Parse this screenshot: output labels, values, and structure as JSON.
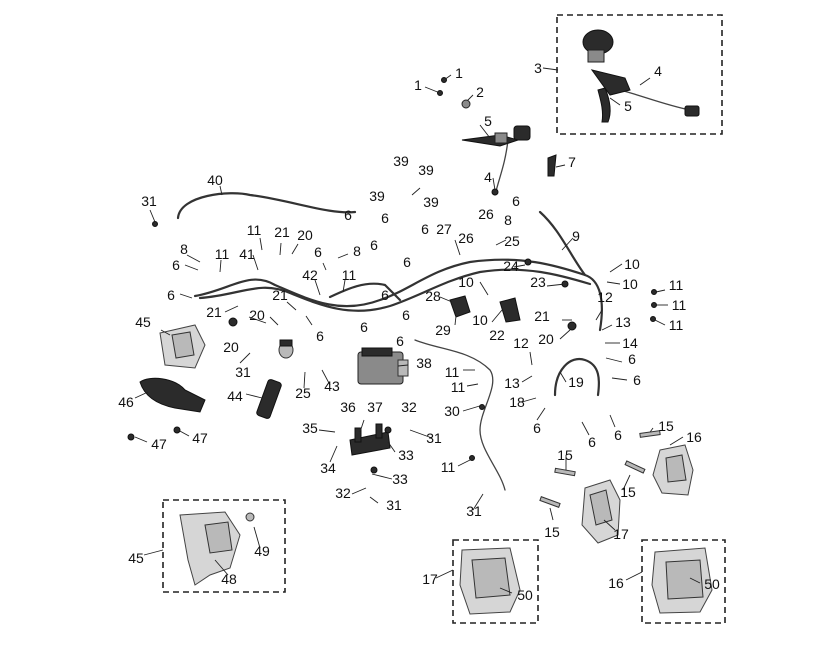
{
  "callouts": [
    {
      "id": "c1a",
      "text": "1"
    },
    {
      "id": "c1b",
      "text": "1"
    },
    {
      "id": "c2",
      "text": "2"
    },
    {
      "id": "c3",
      "text": "3"
    },
    {
      "id": "c4a",
      "text": "4"
    },
    {
      "id": "c4b",
      "text": "4"
    },
    {
      "id": "c5a",
      "text": "5"
    },
    {
      "id": "c5b",
      "text": "5"
    },
    {
      "id": "c6a",
      "text": "6"
    },
    {
      "id": "c6b",
      "text": "6"
    },
    {
      "id": "c6c",
      "text": "6"
    },
    {
      "id": "c6d",
      "text": "6"
    },
    {
      "id": "c6e",
      "text": "6"
    },
    {
      "id": "c6f",
      "text": "6"
    },
    {
      "id": "c6g",
      "text": "6"
    },
    {
      "id": "c6h",
      "text": "6"
    },
    {
      "id": "c6i",
      "text": "6"
    },
    {
      "id": "c6j",
      "text": "6"
    },
    {
      "id": "c6k",
      "text": "6"
    },
    {
      "id": "c6l",
      "text": "6"
    },
    {
      "id": "c6m",
      "text": "6"
    },
    {
      "id": "c6n",
      "text": "6"
    },
    {
      "id": "c6o",
      "text": "6"
    },
    {
      "id": "c6p",
      "text": "6"
    },
    {
      "id": "c6q",
      "text": "6"
    },
    {
      "id": "c6r",
      "text": "6"
    },
    {
      "id": "c6s",
      "text": "6"
    },
    {
      "id": "c7",
      "text": "7"
    },
    {
      "id": "c8a",
      "text": "8"
    },
    {
      "id": "c8b",
      "text": "8"
    },
    {
      "id": "c8c",
      "text": "8"
    },
    {
      "id": "c9",
      "text": "9"
    },
    {
      "id": "c10a",
      "text": "10"
    },
    {
      "id": "c10b",
      "text": "10"
    },
    {
      "id": "c10c",
      "text": "10"
    },
    {
      "id": "c10d",
      "text": "10"
    },
    {
      "id": "c11a",
      "text": "11"
    },
    {
      "id": "c11b",
      "text": "11"
    },
    {
      "id": "c11c",
      "text": "11"
    },
    {
      "id": "c11d",
      "text": "11"
    },
    {
      "id": "c11e",
      "text": "11"
    },
    {
      "id": "c11f",
      "text": "11"
    },
    {
      "id": "c11g",
      "text": "11"
    },
    {
      "id": "c11h",
      "text": "11"
    },
    {
      "id": "c11i",
      "text": "11"
    },
    {
      "id": "c12a",
      "text": "12"
    },
    {
      "id": "c12b",
      "text": "12"
    },
    {
      "id": "c13a",
      "text": "13"
    },
    {
      "id": "c13b",
      "text": "13"
    },
    {
      "id": "c14",
      "text": "14"
    },
    {
      "id": "c15a",
      "text": "15"
    },
    {
      "id": "c15b",
      "text": "15"
    },
    {
      "id": "c15c",
      "text": "15"
    },
    {
      "id": "c15d",
      "text": "15"
    },
    {
      "id": "c16a",
      "text": "16"
    },
    {
      "id": "c16b",
      "text": "16"
    },
    {
      "id": "c17a",
      "text": "17"
    },
    {
      "id": "c17b",
      "text": "17"
    },
    {
      "id": "c18",
      "text": "18"
    },
    {
      "id": "c19",
      "text": "19"
    },
    {
      "id": "c20a",
      "text": "20"
    },
    {
      "id": "c20b",
      "text": "20"
    },
    {
      "id": "c20c",
      "text": "20"
    },
    {
      "id": "c20d",
      "text": "20"
    },
    {
      "id": "c21a",
      "text": "21"
    },
    {
      "id": "c21b",
      "text": "21"
    },
    {
      "id": "c21c",
      "text": "21"
    },
    {
      "id": "c21d",
      "text": "21"
    },
    {
      "id": "c22",
      "text": "22"
    },
    {
      "id": "c23",
      "text": "23"
    },
    {
      "id": "c24",
      "text": "24"
    },
    {
      "id": "c25a",
      "text": "25"
    },
    {
      "id": "c25b",
      "text": "25"
    },
    {
      "id": "c26a",
      "text": "26"
    },
    {
      "id": "c26b",
      "text": "26"
    },
    {
      "id": "c27",
      "text": "27"
    },
    {
      "id": "c28",
      "text": "28"
    },
    {
      "id": "c29",
      "text": "29"
    },
    {
      "id": "c30",
      "text": "30"
    },
    {
      "id": "c31a",
      "text": "31"
    },
    {
      "id": "c31b",
      "text": "31"
    },
    {
      "id": "c31c",
      "text": "31"
    },
    {
      "id": "c31d",
      "text": "31"
    },
    {
      "id": "c31e",
      "text": "31"
    },
    {
      "id": "c32a",
      "text": "32"
    },
    {
      "id": "c32b",
      "text": "32"
    },
    {
      "id": "c33a",
      "text": "33"
    },
    {
      "id": "c33b",
      "text": "33"
    },
    {
      "id": "c34",
      "text": "34"
    },
    {
      "id": "c35",
      "text": "35"
    },
    {
      "id": "c36",
      "text": "36"
    },
    {
      "id": "c37",
      "text": "37"
    },
    {
      "id": "c38",
      "text": "38"
    },
    {
      "id": "c39a",
      "text": "39"
    },
    {
      "id": "c39b",
      "text": "39"
    },
    {
      "id": "c39c",
      "text": "39"
    },
    {
      "id": "c39d",
      "text": "39"
    },
    {
      "id": "c40",
      "text": "40"
    },
    {
      "id": "c41",
      "text": "41"
    },
    {
      "id": "c42",
      "text": "42"
    },
    {
      "id": "c43",
      "text": "43"
    },
    {
      "id": "c44",
      "text": "44"
    },
    {
      "id": "c45a",
      "text": "45"
    },
    {
      "id": "c45b",
      "text": "45"
    },
    {
      "id": "c46",
      "text": "46"
    },
    {
      "id": "c47a",
      "text": "47"
    },
    {
      "id": "c47b",
      "text": "47"
    },
    {
      "id": "c48",
      "text": "48"
    },
    {
      "id": "c49",
      "text": "49"
    },
    {
      "id": "c50a",
      "text": "50"
    },
    {
      "id": "c50b",
      "text": "50"
    }
  ]
}
